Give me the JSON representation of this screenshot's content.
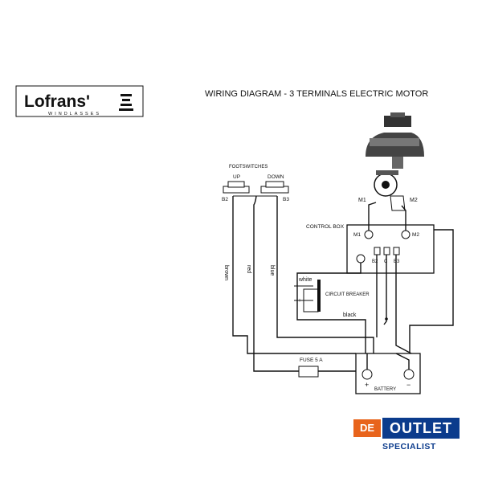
{
  "logo": {
    "brand": "Lofrans'",
    "sub": "WINDLASSES"
  },
  "title": "WIRING DIAGRAM - 3 TERMINALS  ELECTRIC  MOTOR",
  "footswitches": {
    "label": "FOOTSWITCHES",
    "up": "UP",
    "down": "DOWN",
    "b2": "B2",
    "b3": "B3"
  },
  "motor": {
    "m1": "M1",
    "m2": "M2"
  },
  "control_box": {
    "label": "CONTROL BOX",
    "m1": "M1",
    "m2": "M2",
    "b2": "B2",
    "c": "C",
    "b3": "B3"
  },
  "wires": {
    "brown": "brown",
    "red": "red",
    "blue": "blue",
    "white": "white",
    "black": "black"
  },
  "breaker": {
    "label": "CIRCUIT BREAKER",
    "plus": "+"
  },
  "fuse": {
    "label": "FUSE 5 A"
  },
  "battery": {
    "label": "BATTERY",
    "plus": "+",
    "minus": "−"
  },
  "badge": {
    "de": "DE",
    "outlet": "OUTLET",
    "specialist": "SPECIALIST"
  }
}
